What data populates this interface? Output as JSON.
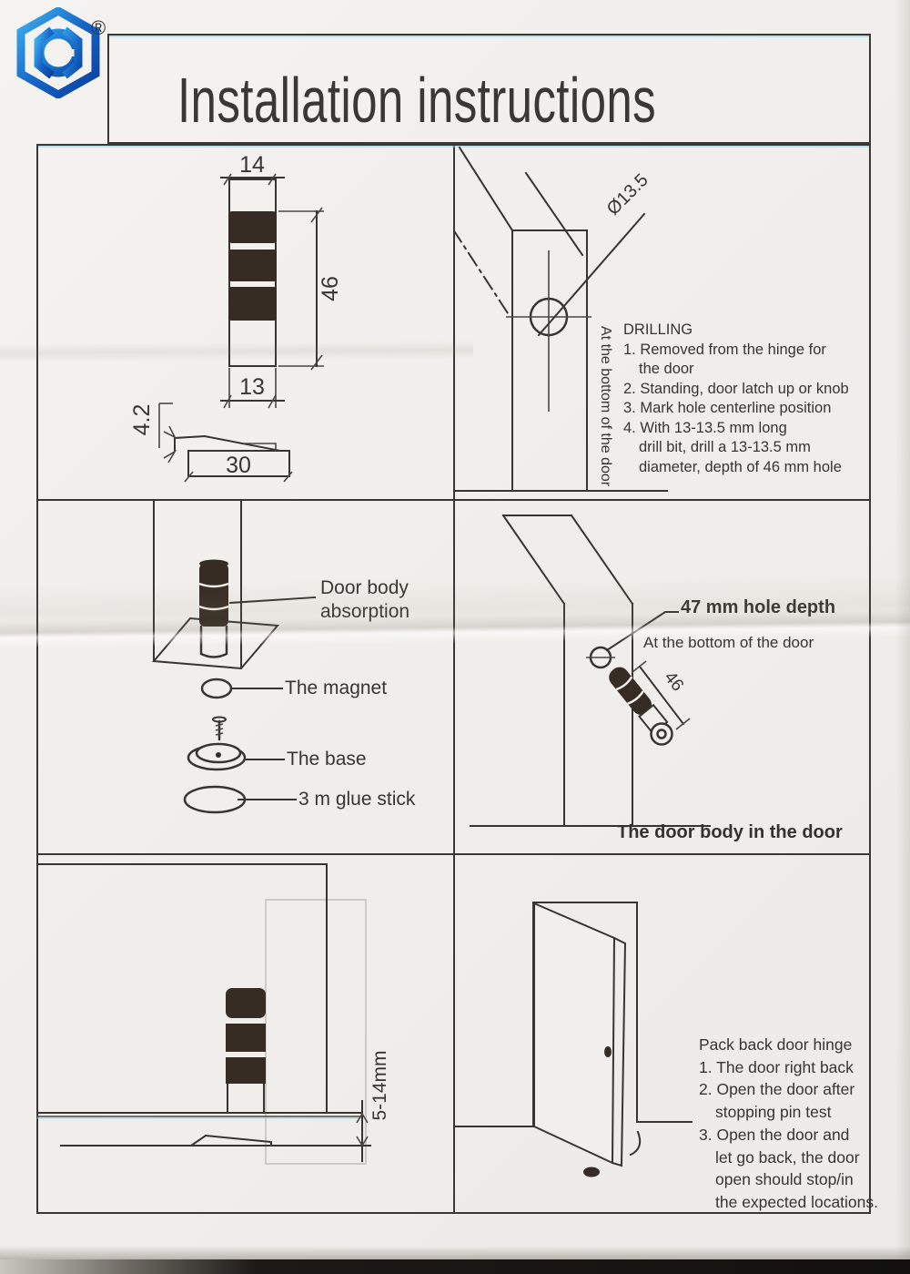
{
  "colors": {
    "paper": "#f1efeb",
    "ink": "#383531",
    "pin_band": "#362c23",
    "logo_blue_light": "#41b1ee",
    "logo_blue": "#1565c8",
    "logo_blue_dark": "#0b3f9e"
  },
  "header": {
    "title": "Installation instructions",
    "registered_mark": "®"
  },
  "dim_panel": {
    "width_top": "14",
    "length": "46",
    "width_bottom": "13",
    "wedge_height": "4.2",
    "wedge_length": "30"
  },
  "drill_panel": {
    "hole_diameter": "Ø13.5",
    "edge_note": "At the bottom of the door",
    "heading": "DRILLING",
    "steps": [
      "1. Removed from the hinge for",
      "the door",
      "2. Standing, door latch up or knob",
      "3. Mark hole centerline position",
      "4. With 13-13.5 mm long",
      "drill bit, drill a 13-13.5 mm",
      "diameter, depth of 46 mm hole"
    ]
  },
  "parts_panel": {
    "door_body_label_line1": "Door body",
    "door_body_label_line2": "absorption",
    "magnet_label": "The magnet",
    "base_label": "The base",
    "glue_label": "3 m glue stick"
  },
  "insert_panel": {
    "hole_depth_label": "47 mm hole depth",
    "edge_note": "At the bottom of the door",
    "pin_length": "46",
    "caption": "The door body in the door"
  },
  "gap_panel": {
    "clearance_label": "5-14mm"
  },
  "hinge_panel": {
    "steps": [
      "Pack back door hinge",
      "1. The door right back",
      "2. Open the door after",
      "stopping pin test",
      "3. Open the door and",
      "let go back, the door",
      "open should stop/in",
      "the expected locations."
    ]
  }
}
